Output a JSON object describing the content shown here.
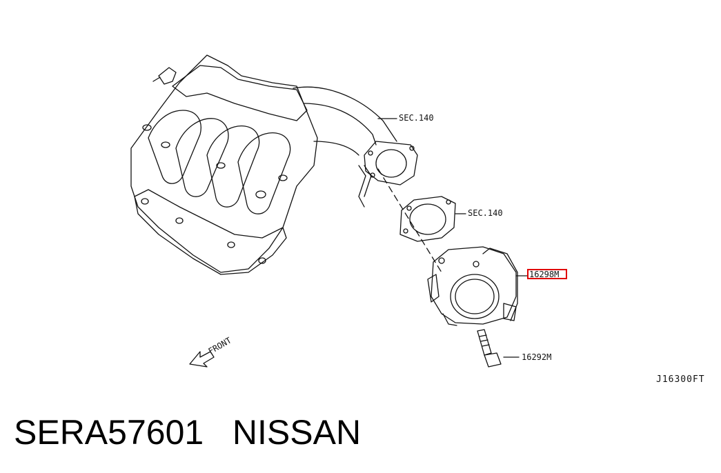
{
  "labels": {
    "sec140_upper": "SEC.140",
    "sec140_lower": "SEC.140",
    "throttle_body_part": "16298M",
    "bolt_part": "16292M",
    "front": "FRONT",
    "reference_code": "J16300FT"
  },
  "caption": {
    "part_number": "SERA57601",
    "brand": "NISSAN"
  },
  "highlight": {
    "target": "16298M",
    "color": "#e00000"
  }
}
